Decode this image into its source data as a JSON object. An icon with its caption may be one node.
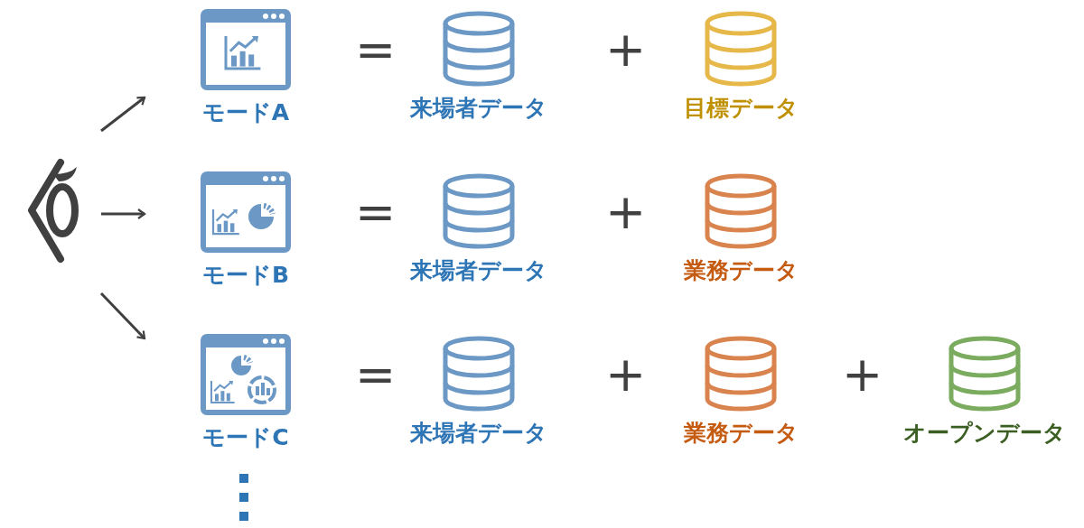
{
  "diagram": {
    "nodes": [
      {
        "text": [],
        "shape": "eye"
      },
      {
        "text": [
          "モードA"
        ]
      },
      {
        "text": [
          "来場者データ"
        ]
      },
      {
        "text": [
          "目標データ"
        ]
      },
      {
        "text": [
          "モードB"
        ]
      },
      {
        "text": [
          "来場者データ"
        ]
      },
      {
        "text": [
          "業務データ"
        ]
      },
      {
        "text": [
          "モードC"
        ]
      },
      {
        "text": [
          "来場者データ"
        ]
      },
      {
        "text": [
          "業務データ"
        ]
      },
      {
        "text": [
          "オープンデータ"
        ]
      }
    ],
    "edges": [
      {
        "from": 0,
        "to": 1,
        "arrow": "to"
      },
      {
        "from": 0,
        "to": 4,
        "arrow": "to"
      },
      {
        "from": 0,
        "to": 7,
        "arrow": "to"
      }
    ],
    "labels": [
      "=",
      "+",
      "=",
      "+",
      "=",
      "+",
      "+"
    ]
  }
}
